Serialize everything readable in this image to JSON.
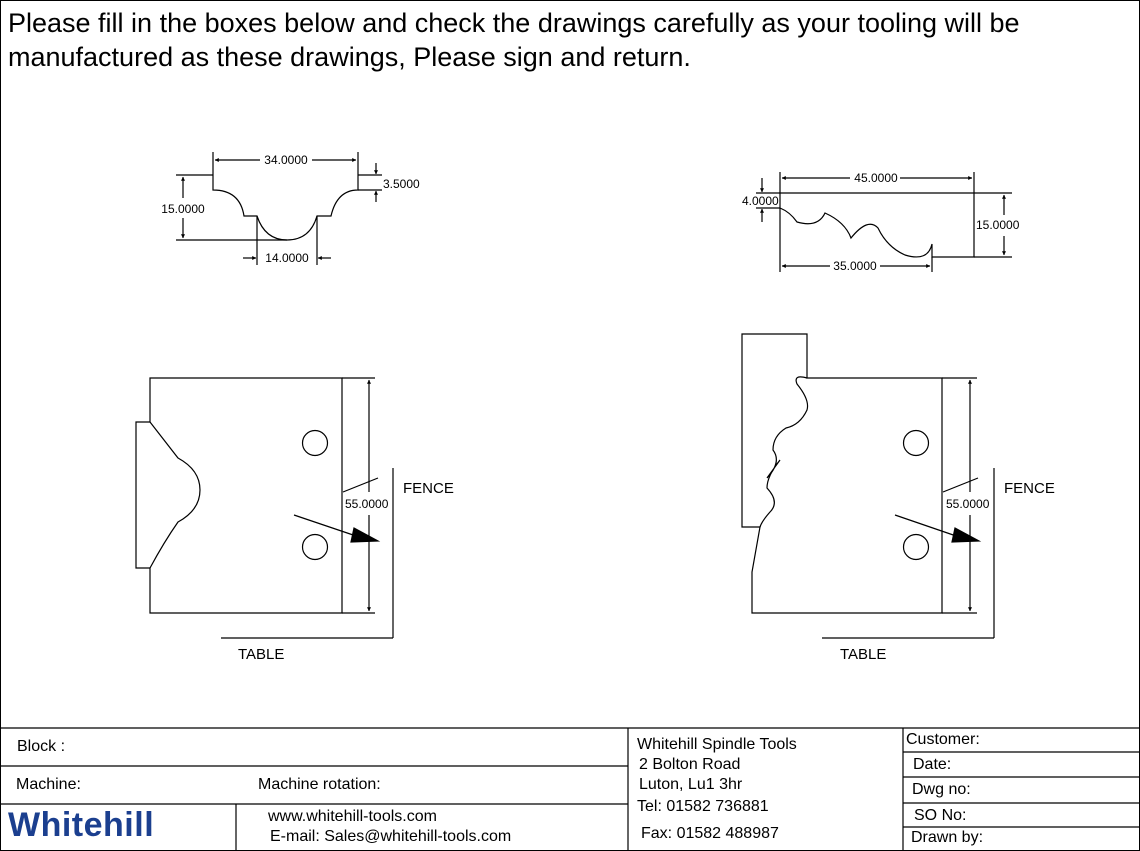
{
  "header": {
    "instructions": "Please fill in the boxes below and check the drawings carefully as your tooling will be manufactured as these drawings, Please sign and return."
  },
  "drawing_left": {
    "profile_dims": {
      "width": "34.0000",
      "height": "15.0000",
      "step": "3.5000",
      "bottom": "14.0000"
    },
    "cutter_height": "55.0000",
    "fence_label": "FENCE",
    "table_label": "TABLE"
  },
  "drawing_right": {
    "profile_dims": {
      "width": "45.0000",
      "left_step": "4.0000",
      "height": "15.0000",
      "bottom": "35.0000"
    },
    "cutter_height": "55.0000",
    "fence_label": "FENCE",
    "table_label": "TABLE"
  },
  "title_block": {
    "block_label": "Block :",
    "machine_label": "Machine:",
    "rotation_label": "Machine rotation:",
    "logo_text": "Whitehill",
    "website": "www.whitehill-tools.com",
    "email": "E-mail: Sales@whitehill-tools.com",
    "company": {
      "name": "Whitehill Spindle Tools",
      "address1": "2 Bolton Road",
      "address2": "Luton, Lu1 3hr",
      "tel": "Tel: 01582 736881",
      "fax": "Fax: 01582 488987"
    },
    "fields": {
      "customer": "Customer:",
      "date": "Date:",
      "dwg_no": "Dwg no:",
      "so_no": "SO No:",
      "drawn_by": "Drawn by:"
    },
    "logo_color": "#1b3f8f"
  }
}
